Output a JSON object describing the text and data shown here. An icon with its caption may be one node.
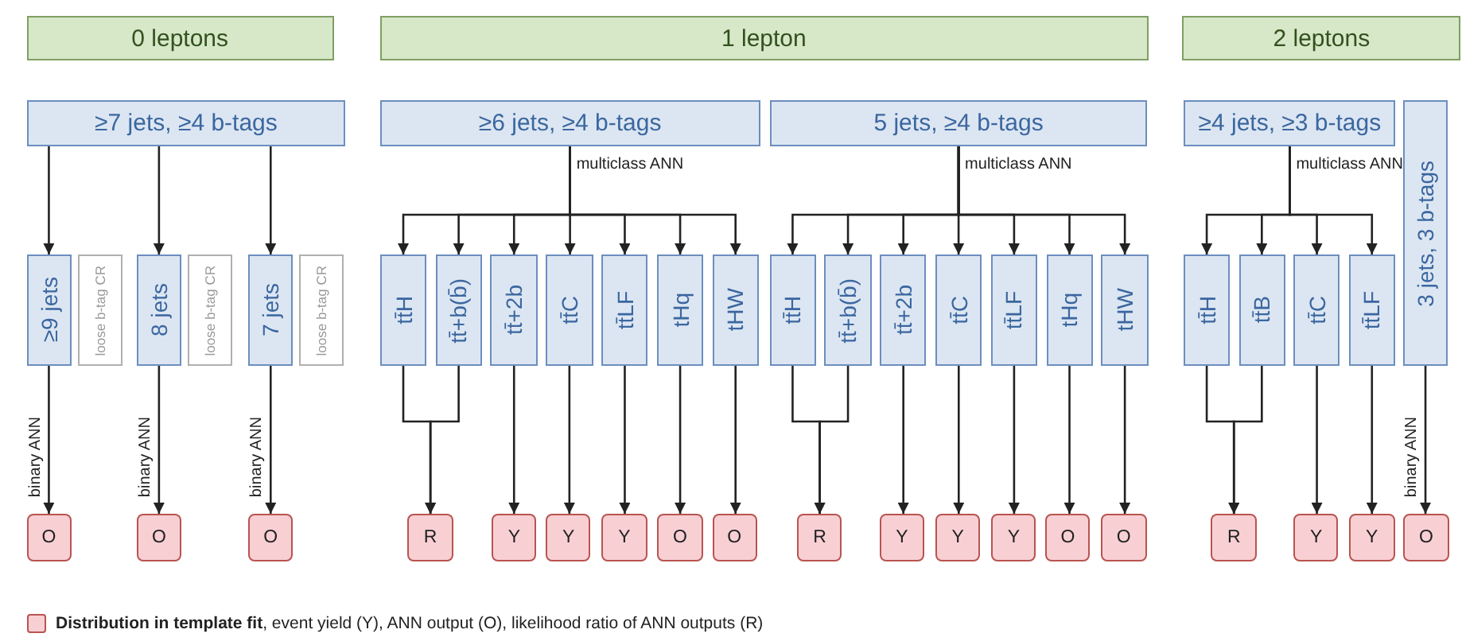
{
  "diagram": {
    "nodes": [
      {
        "text": [
          "0 leptons"
        ]
      },
      {
        "text": [
          "1 lepton"
        ]
      },
      {
        "text": [
          "2 leptons"
        ]
      },
      {
        "text": [
          "≥7 jets, ≥4 b-tags"
        ]
      },
      {
        "text": [
          "≥6 jets, ≥4 b-tags"
        ]
      },
      {
        "text": [
          "5 jets, ≥4 b-tags"
        ]
      },
      {
        "text": [
          "≥4 jets, ≥3 b-tags"
        ]
      },
      {
        "text": [
          "≥9 jets"
        ]
      },
      {
        "text": [
          "loose b-tag CR"
        ]
      },
      {
        "text": [
          "8 jets"
        ]
      },
      {
        "text": [
          "loose b-tag CR"
        ]
      },
      {
        "text": [
          "7 jets"
        ]
      },
      {
        "text": [
          "loose b-tag CR"
        ]
      },
      {
        "text": [
          "tt̄H"
        ]
      },
      {
        "text": [
          "tt̄+b(b̄)"
        ]
      },
      {
        "text": [
          "tt̄+2b"
        ]
      },
      {
        "text": [
          "tt̄C"
        ]
      },
      {
        "text": [
          "tt̄LF"
        ]
      },
      {
        "text": [
          "tHq"
        ]
      },
      {
        "text": [
          "tHW"
        ]
      },
      {
        "text": [
          "tt̄H"
        ]
      },
      {
        "text": [
          "tt̄+b(b̄)"
        ]
      },
      {
        "text": [
          "tt̄+2b"
        ]
      },
      {
        "text": [
          "tt̄C"
        ]
      },
      {
        "text": [
          "tt̄LF"
        ]
      },
      {
        "text": [
          "tHq"
        ]
      },
      {
        "text": [
          "tHW"
        ]
      },
      {
        "text": [
          "tt̄H"
        ]
      },
      {
        "text": [
          "tt̄B"
        ]
      },
      {
        "text": [
          "tt̄C"
        ]
      },
      {
        "text": [
          "tt̄LF"
        ]
      },
      {
        "text": [
          "3 jets, 3 b-tags"
        ]
      },
      {
        "text": [
          "O"
        ]
      },
      {
        "text": [
          "O"
        ]
      },
      {
        "text": [
          "O"
        ]
      },
      {
        "text": [
          "R"
        ]
      },
      {
        "text": [
          "Y"
        ]
      },
      {
        "text": [
          "Y"
        ]
      },
      {
        "text": [
          "Y"
        ]
      },
      {
        "text": [
          "O"
        ]
      },
      {
        "text": [
          "O"
        ]
      },
      {
        "text": [
          "R"
        ]
      },
      {
        "text": [
          "Y"
        ]
      },
      {
        "text": [
          "Y"
        ]
      },
      {
        "text": [
          "Y"
        ]
      },
      {
        "text": [
          "O"
        ]
      },
      {
        "text": [
          "O"
        ]
      },
      {
        "text": [
          "R"
        ]
      },
      {
        "text": [
          "Y"
        ]
      },
      {
        "text": [
          "Y"
        ]
      },
      {
        "text": [
          "O"
        ]
      }
    ],
    "edges": [
      {
        "from": 3,
        "to": 7,
        "arrow": "to"
      },
      {
        "from": 3,
        "to": 9,
        "arrow": "to"
      },
      {
        "from": 3,
        "to": 11,
        "arrow": "to"
      },
      {
        "from": 7,
        "to": 32,
        "arrow": "to",
        "label": "binary ANN"
      },
      {
        "from": 9,
        "to": 33,
        "arrow": "to",
        "label": "binary ANN"
      },
      {
        "from": 11,
        "to": 34,
        "arrow": "to",
        "label": "binary ANN"
      },
      {
        "from": 4,
        "to": 13,
        "arrow": "to",
        "label": "multiclass ANN"
      },
      {
        "from": 4,
        "to": 14,
        "arrow": "to"
      },
      {
        "from": 4,
        "to": 15,
        "arrow": "to"
      },
      {
        "from": 4,
        "to": 16,
        "arrow": "to"
      },
      {
        "from": 4,
        "to": 17,
        "arrow": "to"
      },
      {
        "from": 4,
        "to": 18,
        "arrow": "to"
      },
      {
        "from": 4,
        "to": 19,
        "arrow": "to"
      },
      {
        "from": 13,
        "to": 35,
        "arrow": "to"
      },
      {
        "from": 14,
        "to": 35,
        "arrow": "to"
      },
      {
        "from": 15,
        "to": 36,
        "arrow": "to"
      },
      {
        "from": 16,
        "to": 37,
        "arrow": "to"
      },
      {
        "from": 17,
        "to": 38,
        "arrow": "to"
      },
      {
        "from": 18,
        "to": 39,
        "arrow": "to"
      },
      {
        "from": 19,
        "to": 40,
        "arrow": "to"
      },
      {
        "from": 5,
        "to": 20,
        "arrow": "to",
        "label": "multiclass ANN"
      },
      {
        "from": 5,
        "to": 21,
        "arrow": "to"
      },
      {
        "from": 5,
        "to": 22,
        "arrow": "to"
      },
      {
        "from": 5,
        "to": 23,
        "arrow": "to"
      },
      {
        "from": 5,
        "to": 24,
        "arrow": "to"
      },
      {
        "from": 5,
        "to": 25,
        "arrow": "to"
      },
      {
        "from": 5,
        "to": 26,
        "arrow": "to"
      },
      {
        "from": 20,
        "to": 41,
        "arrow": "to"
      },
      {
        "from": 21,
        "to": 41,
        "arrow": "to"
      },
      {
        "from": 22,
        "to": 42,
        "arrow": "to"
      },
      {
        "from": 23,
        "to": 43,
        "arrow": "to"
      },
      {
        "from": 24,
        "to": 44,
        "arrow": "to"
      },
      {
        "from": 25,
        "to": 45,
        "arrow": "to"
      },
      {
        "from": 26,
        "to": 46,
        "arrow": "to"
      },
      {
        "from": 6,
        "to": 27,
        "arrow": "to",
        "label": "multiclass ANN"
      },
      {
        "from": 6,
        "to": 28,
        "arrow": "to"
      },
      {
        "from": 6,
        "to": 29,
        "arrow": "to"
      },
      {
        "from": 6,
        "to": 30,
        "arrow": "to"
      },
      {
        "from": 27,
        "to": 47,
        "arrow": "to"
      },
      {
        "from": 28,
        "to": 47,
        "arrow": "to"
      },
      {
        "from": 29,
        "to": 48,
        "arrow": "to"
      },
      {
        "from": 30,
        "to": 49,
        "arrow": "to"
      },
      {
        "from": 31,
        "to": 50,
        "arrow": "to",
        "label": "binary ANN"
      }
    ],
    "legend": [
      {
        "text": "**Distribution in template fit**, event yield (Y), ANN output (O), likelihood ratio of ANN outputs (R)",
        "color": "#f8d0d4"
      }
    ]
  }
}
